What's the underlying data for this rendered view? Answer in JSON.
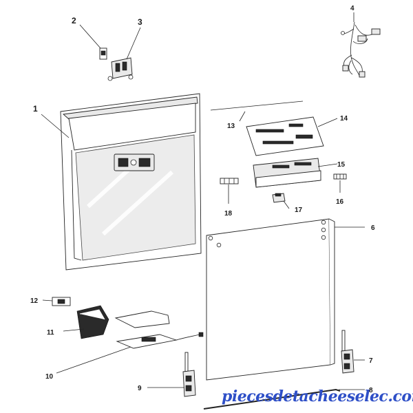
{
  "diagram": {
    "callouts": [
      "1",
      "2",
      "3",
      "4",
      "6",
      "7",
      "8",
      "9",
      "10",
      "11",
      "12",
      "13",
      "14",
      "15",
      "16",
      "17",
      "18"
    ]
  },
  "watermark": "piecesdetacheeselec.com",
  "colors": {
    "line": "#222222",
    "panel_fill": "#ececec",
    "watermark": "#2e4fc7"
  }
}
